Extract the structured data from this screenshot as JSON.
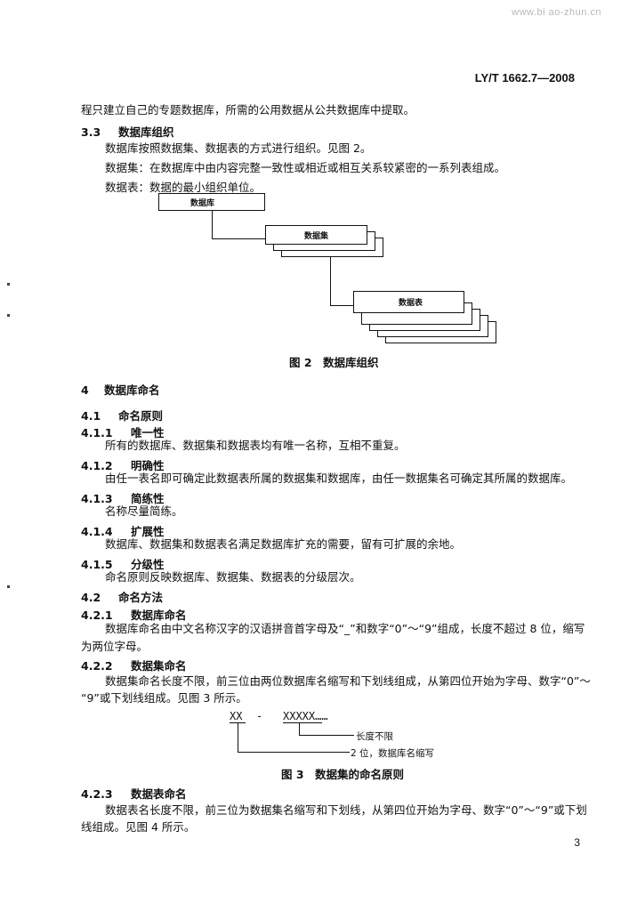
{
  "watermark": "www.bi ao-zhun.cn",
  "standard_number": "LY/T 1662.7—2008",
  "intro_line": "程只建立自己的专题数据库，所需的公用数据从公共数据库中提取。",
  "s3_3": {
    "num": "3.3",
    "title": "数据库组织",
    "p1": "数据库按照数据集、数据表的方式进行组织。见图 2。",
    "p2": "数据集：在数据库中由内容完整一致性或相近或相互关系较紧密的一系列表组成。",
    "p3": "数据表：数据的最小组织单位。"
  },
  "figure2": {
    "db_label": "数据库",
    "dataset_label": "数据集",
    "table_label": "数据表",
    "caption": "图 2　数据库组织"
  },
  "s4": {
    "num": "4",
    "title": "数据库命名"
  },
  "s4_1": {
    "num": "4.1",
    "title": "命名原则"
  },
  "s4_1_1": {
    "num": "4.1.1",
    "title": "唯一性",
    "body": "所有的数据库、数据集和数据表均有唯一名称，互相不重复。"
  },
  "s4_1_2": {
    "num": "4.1.2",
    "title": "明确性",
    "body": "由任一表名即可确定此数据表所属的数据集和数据库，由任一数据集名可确定其所属的数据库。"
  },
  "s4_1_3": {
    "num": "4.1.3",
    "title": "简练性",
    "body": "名称尽量简练。"
  },
  "s4_1_4": {
    "num": "4.1.4",
    "title": "扩展性",
    "body": "数据库、数据集和数据表名满足数据库扩充的需要，留有可扩展的余地。"
  },
  "s4_1_5": {
    "num": "4.1.5",
    "title": "分级性",
    "body": "命名原则反映数据库、数据集、数据表的分级层次。"
  },
  "s4_2": {
    "num": "4.2",
    "title": "命名方法"
  },
  "s4_2_1": {
    "num": "4.2.1",
    "title": "数据库命名",
    "body1": "数据库命名由中文名称汉字的汉语拼音首字母及“_”和数字“0”～“9”组成，长度不超过 8 位，缩写",
    "body2": "为两位字母。"
  },
  "s4_2_2": {
    "num": "4.2.2",
    "title": "数据集命名",
    "body1": "数据集命名长度不限，前三位由两位数据库名缩写和下划线组成，从第四位开始为字母、数字“0”～",
    "body2": "“9”或下划线组成。见图 3 所示。"
  },
  "figure3": {
    "code_left": "XX",
    "code_sep": "-",
    "code_right": "XXXXX……",
    "label_length": "长度不限",
    "label_abbrev": "2 位，数据库名缩写",
    "caption": "图 3　数据集的命名原则"
  },
  "s4_2_3": {
    "num": "4.2.3",
    "title": "数据表命名",
    "body1": "数据表名长度不限，前三位为数据集名缩写和下划线，从第四位开始为字母、数字“0”～“9”或下划",
    "body2": "线组成。见图 4 所示。"
  },
  "page_number": "3"
}
